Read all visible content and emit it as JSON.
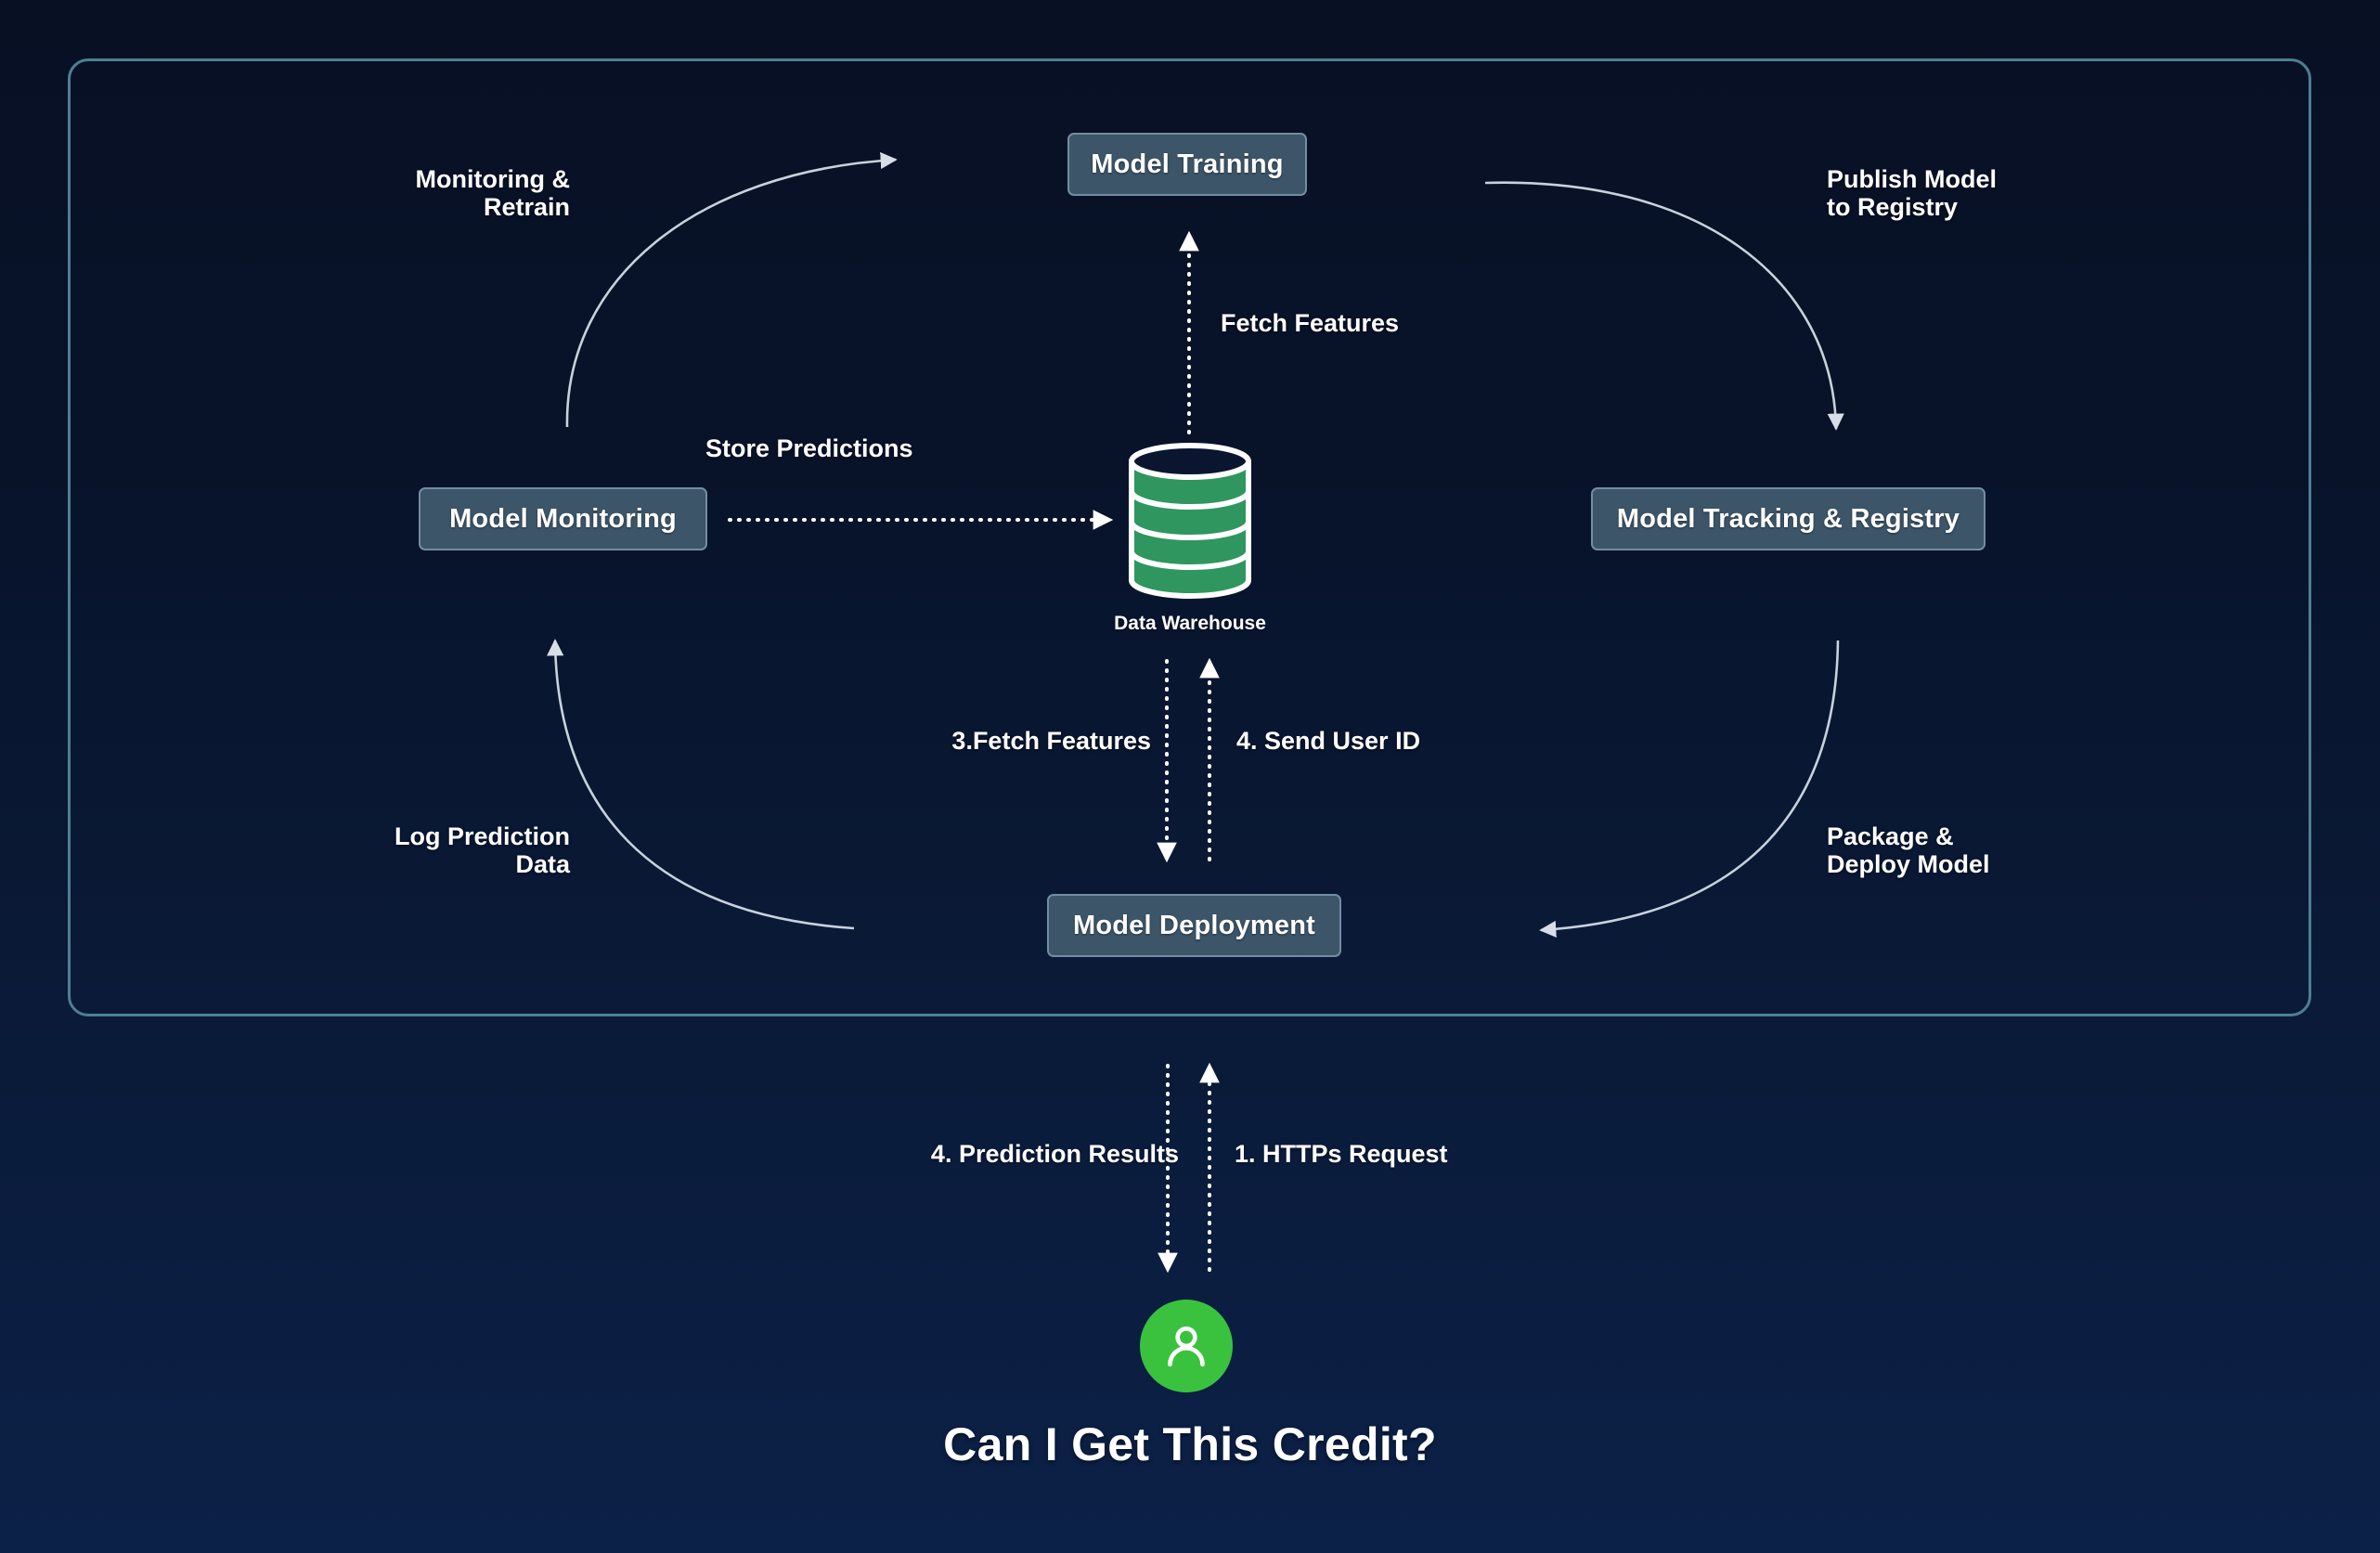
{
  "diagram": {
    "title": "Can I Get This Credit?",
    "colors": {
      "background_top": "#081024",
      "background_bottom": "#0c2148",
      "frame_border": "#4d7f92",
      "node_fill": "#3d5568",
      "node_border": "#728ea0",
      "database_green": "#2f9660",
      "avatar_green": "#3ac23f",
      "text": "#ffffff"
    },
    "frame": {
      "name": "mlops-platform-boundary"
    },
    "nodes": [
      {
        "id": "model-training",
        "label": "Model Training"
      },
      {
        "id": "model-monitoring",
        "label": "Model Monitoring"
      },
      {
        "id": "model-tracking",
        "label": "Model Tracking & Registry"
      },
      {
        "id": "model-deployment",
        "label": "Model Deployment"
      }
    ],
    "datastore": {
      "id": "data-warehouse",
      "label": "Data Warehouse",
      "icon": "database-icon",
      "segments": 4
    },
    "actor": {
      "id": "end-user",
      "icon": "user-icon",
      "question": "Can I Get This Credit?"
    },
    "edge_labels": {
      "monitoring_retrain": "Monitoring &\nRetrain",
      "publish_registry": "Publish Model\nto Registry",
      "log_prediction_data": "Log Prediction\nData",
      "package_deploy": "Package &\nDeploy Model",
      "store_predictions": "Store Predictions",
      "fetch_features": "Fetch Features",
      "fetch_features_step3": "3.Fetch Features",
      "send_user_id_step4": "4. Send User ID",
      "prediction_results_step4": "4.  Prediction Results",
      "https_request_step1": "1. HTTPs Request"
    },
    "flow_steps": [
      {
        "number": "1",
        "label": "HTTPs Request",
        "from": "end-user",
        "to": "model-deployment"
      },
      {
        "number": "3",
        "label": "Fetch Features",
        "from": "data-warehouse",
        "to": "model-deployment"
      },
      {
        "number": "4",
        "label": "Send User ID",
        "from": "model-deployment",
        "to": "data-warehouse"
      },
      {
        "number": "4",
        "label": "Prediction Results",
        "from": "model-deployment",
        "to": "end-user"
      }
    ]
  }
}
